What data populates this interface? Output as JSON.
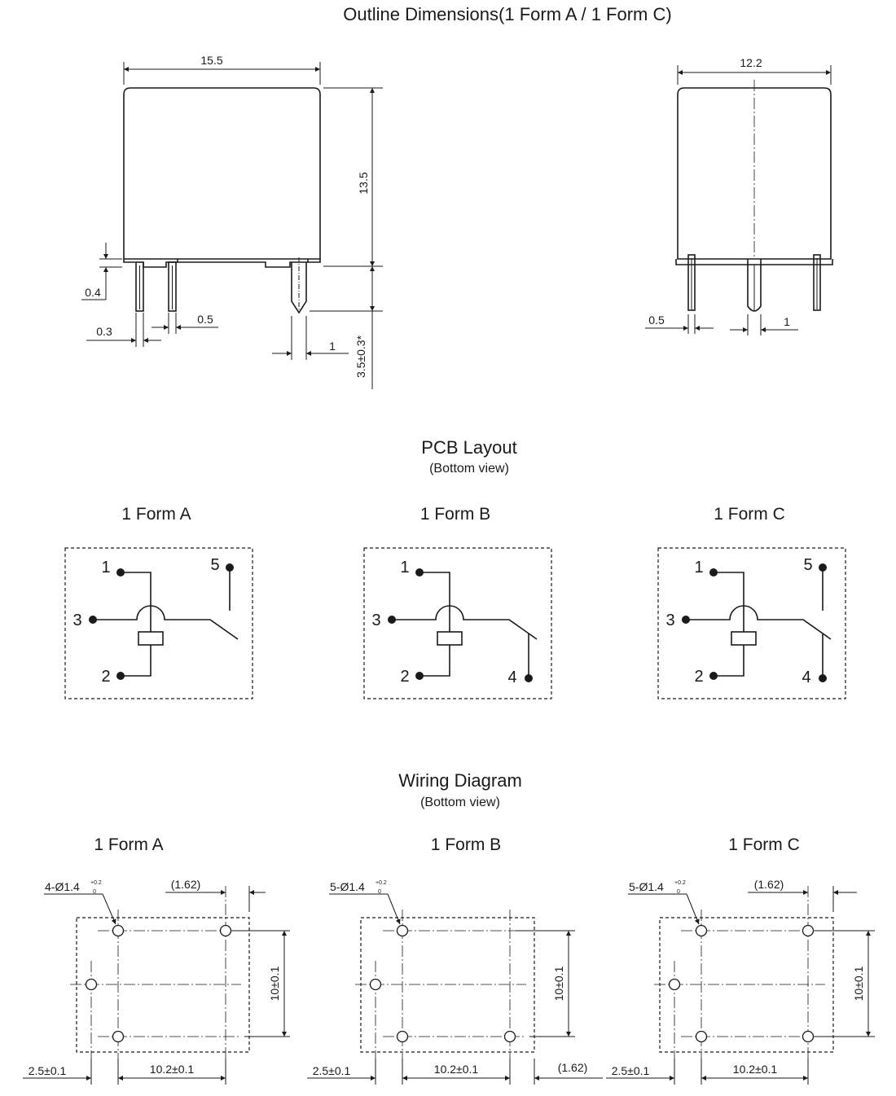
{
  "outline": {
    "title": "Outline Dimensions(1 Form A / 1 Form C)",
    "front": {
      "width": "15.5",
      "height": "13.5",
      "standoff": "0.4",
      "pin_width": "0.3",
      "pin_gap": "0.5",
      "pin_thick": "1",
      "pin_length": "3.5±0.3*"
    },
    "side": {
      "width": "12.2",
      "pin_width": "0.5",
      "pin_thick": "1"
    }
  },
  "pcb_layout": {
    "title": "PCB Layout",
    "subtitle": "(Bottom view)",
    "forms": [
      {
        "label": "1 Form A",
        "pins": [
          "1",
          "5",
          "3",
          "2"
        ]
      },
      {
        "label": "1 Form B",
        "pins": [
          "1",
          "3",
          "2",
          "4"
        ]
      },
      {
        "label": "1 Form C",
        "pins": [
          "1",
          "5",
          "3",
          "2",
          "4"
        ]
      }
    ]
  },
  "wiring": {
    "title": "Wiring Diagram",
    "subtitle": "(Bottom view)",
    "forms": [
      {
        "label": "1 Form A",
        "hole_main": "4-Ø1.4",
        "tol_top": "+0.2",
        "tol_bottom": "0",
        "offset": "(1.62)",
        "pitch_v": "10±0.1",
        "pitch_h": "10.2±0.1",
        "edge": "2.5±0.1"
      },
      {
        "label": "1 Form B",
        "hole_main": "5-Ø1.4",
        "tol_top": "+0.2",
        "tol_bottom": "0",
        "offset": "(1.62)",
        "pitch_v": "10±0.1",
        "pitch_h": "10.2±0.1",
        "edge": "2.5±0.1"
      },
      {
        "label": "1 Form C",
        "hole_main": "5-Ø1.4",
        "tol_top": "+0.2",
        "tol_bottom": "0",
        "offset": "(1.62)",
        "pitch_v": "10±0.1",
        "pitch_h": "10.2±0.1",
        "edge": "2.5±0.1"
      }
    ]
  }
}
